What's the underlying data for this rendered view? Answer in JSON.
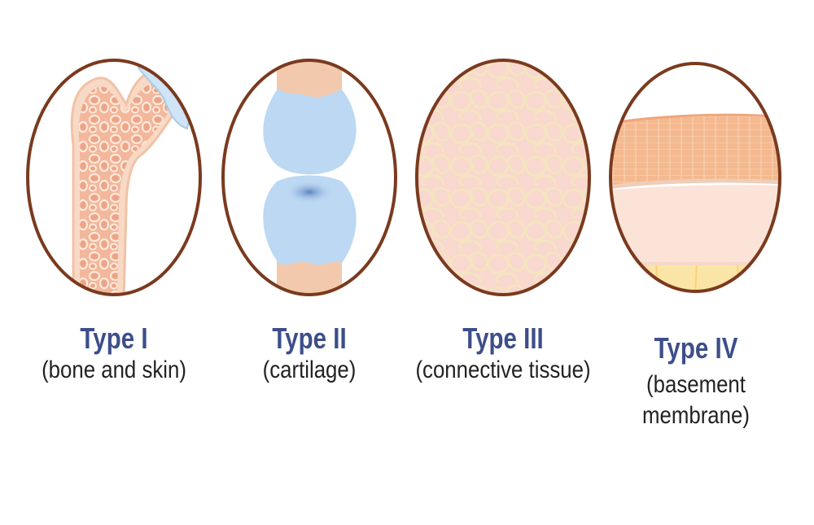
{
  "colors": {
    "ring": "#7a3a1e",
    "title": "#3d4e8a",
    "desc": "#222222",
    "bone": "#f6c9b0",
    "bone_lines": "#fbe7d6",
    "cartilage": "#bcd8f2",
    "cartilage_dark": "#6f93c7",
    "connective_bg": "#f9d8cf",
    "fiber": "#f5e4c0",
    "membrane": "#f4b98f",
    "membrane_lines": "#f7cfae",
    "fat": "#fbe5a6"
  },
  "panels": [
    {
      "id": "type1",
      "title": "Type I",
      "desc": [
        "(bone and skin)"
      ],
      "icon": "bone-icon"
    },
    {
      "id": "type2",
      "title": "Type II",
      "desc": [
        "(cartilage)"
      ],
      "icon": "cartilage-joint-icon"
    },
    {
      "id": "type3",
      "title": "Type III",
      "desc": [
        "(connective tissue)"
      ],
      "icon": "connective-tissue-icon"
    },
    {
      "id": "type4",
      "title": "Type IV",
      "desc": [
        "(basement",
        "membrane)"
      ],
      "icon": "basement-membrane-icon"
    }
  ]
}
